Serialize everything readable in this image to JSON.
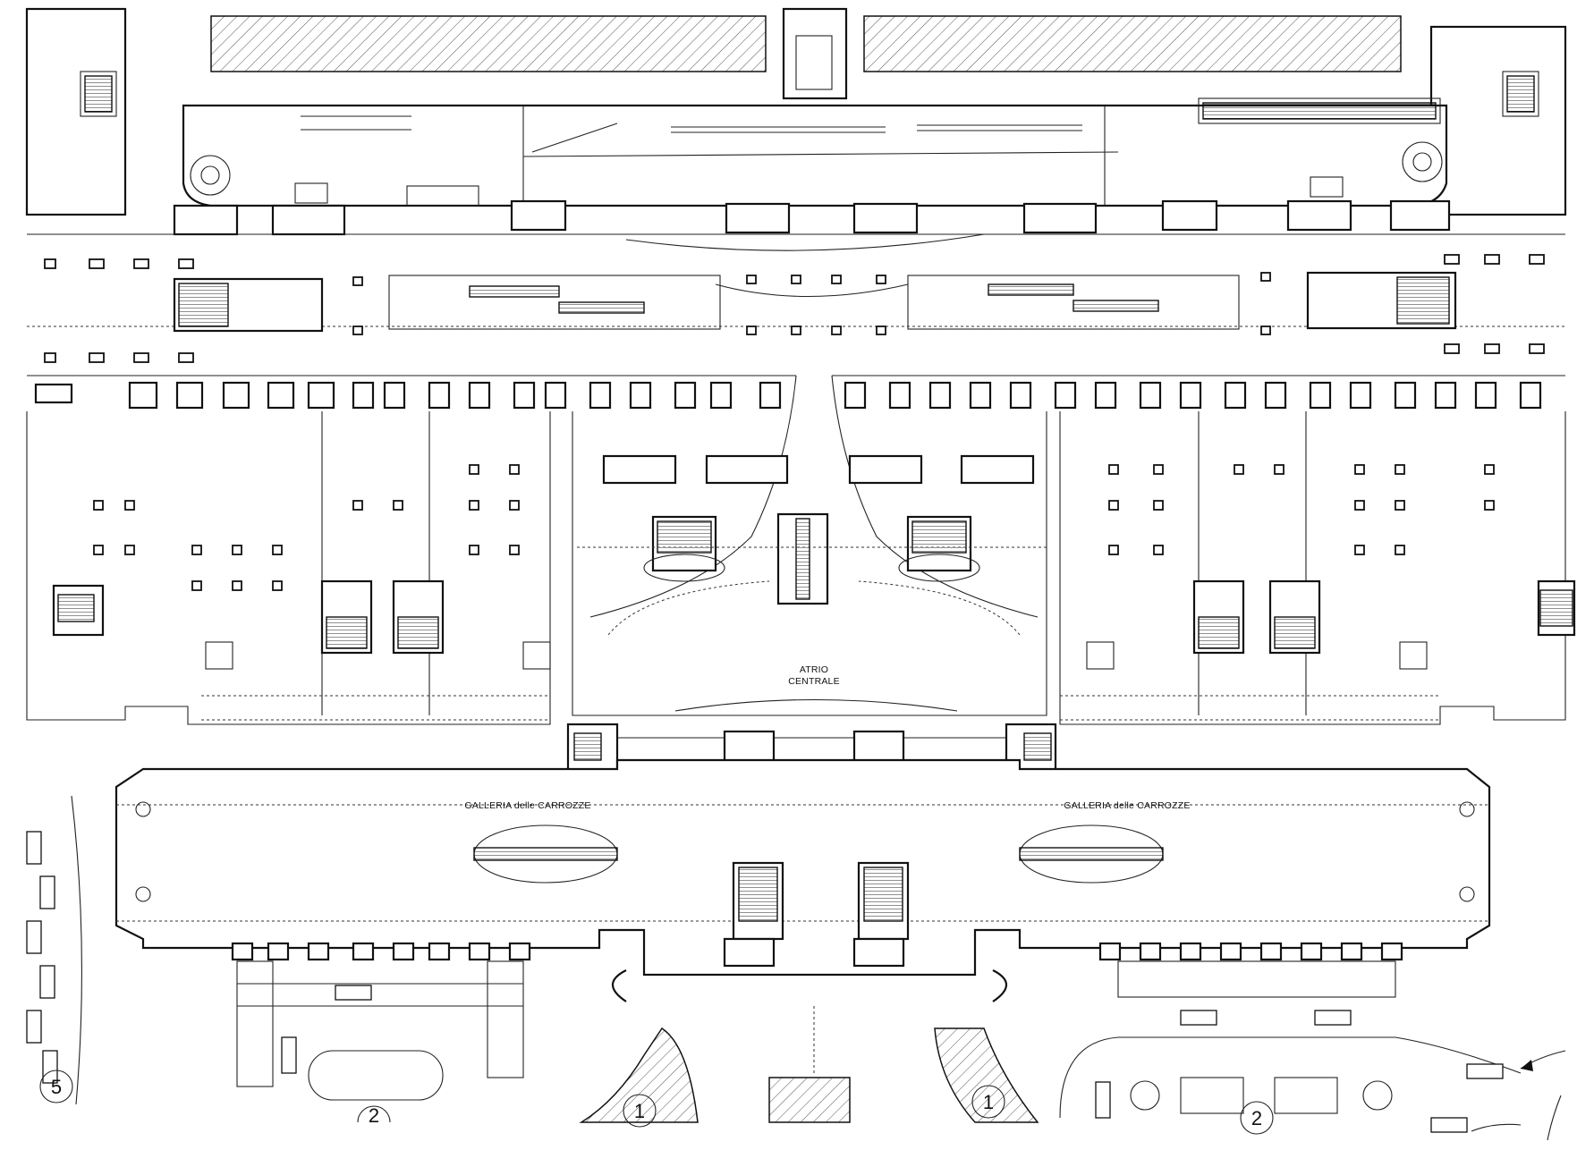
{
  "labels": {
    "atrio_line1": "ATRIO",
    "atrio_line2": "CENTRALE",
    "galleria_left": "GALLERIA delle CARROZZE",
    "galleria_right": "GALLERIA delle CARROZZE"
  },
  "markers": {
    "m1_left": "1",
    "m1_right": "1",
    "m2_left": "2",
    "m2_right": "2",
    "m5": "5"
  }
}
